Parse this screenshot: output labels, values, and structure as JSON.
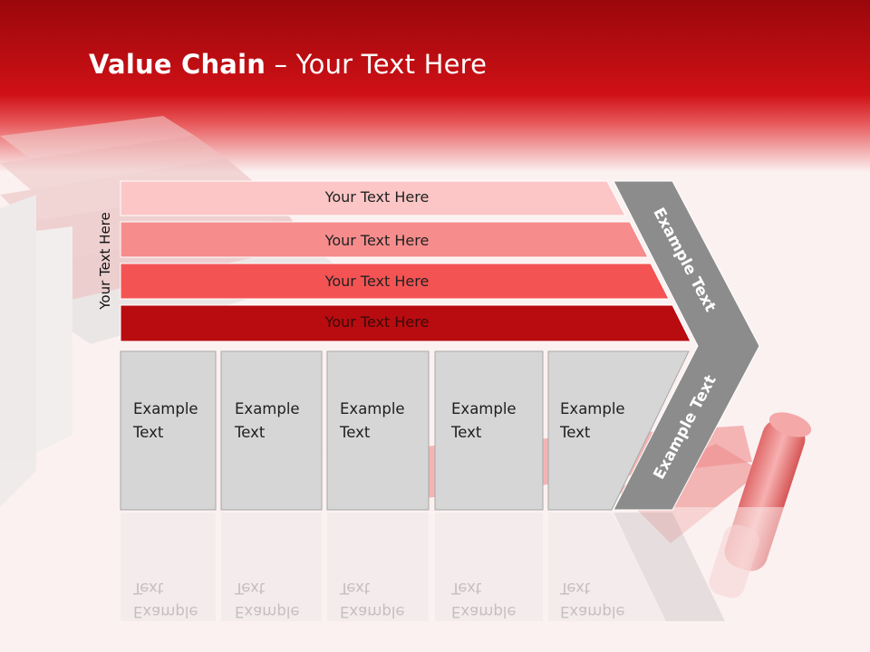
{
  "slide": {
    "title_bold": "Value Chain",
    "title_rest": " – Your Text Here",
    "side_label": "Your Text Here"
  },
  "rows": [
    {
      "label": "Your Text Here",
      "color": "#fcc6c6"
    },
    {
      "label": "Your Text Here",
      "color": "#f78c8c"
    },
    {
      "label": "Your Text Here",
      "color": "#f45353"
    },
    {
      "label": "Your Text Here",
      "color": "#b80c10"
    }
  ],
  "columns": [
    {
      "line1": "Example",
      "line2": "Text"
    },
    {
      "line1": "Example",
      "line2": "Text"
    },
    {
      "line1": "Example",
      "line2": "Text"
    },
    {
      "line1": "Example",
      "line2": "Text"
    },
    {
      "line1": "Example",
      "line2": "Text"
    }
  ],
  "chevron": {
    "upper_label": "Example Text",
    "lower_label": "Example Text",
    "color": "#8c8c8c"
  },
  "colors": {
    "header_red": "#c80e13",
    "column_fill": "#d6d6d6",
    "text_dark": "#1e1e1e"
  }
}
